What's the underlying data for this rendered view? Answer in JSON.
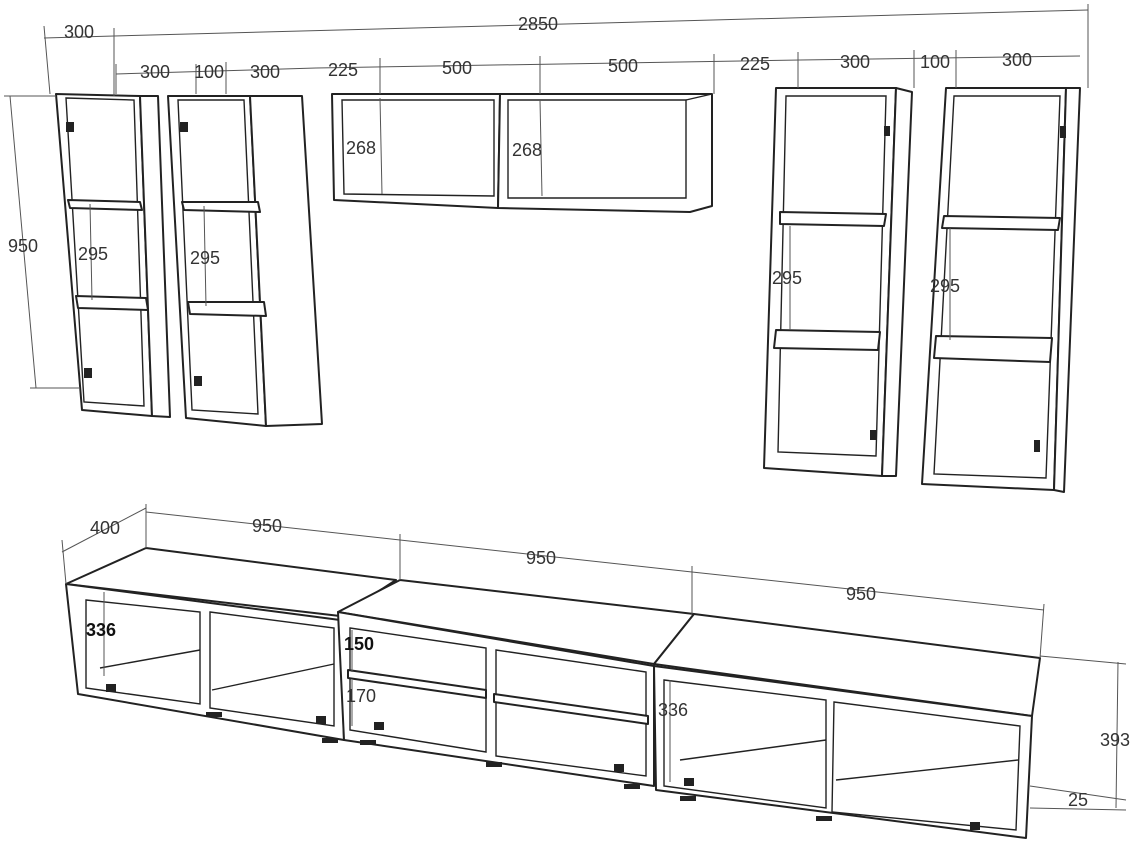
{
  "dimensions": {
    "total_width": "2850",
    "left_offset": "300",
    "upper_left": {
      "cab1_width": "300",
      "gap": "100",
      "cab2_width": "300",
      "height": "950",
      "shelf1": "295",
      "shelf2": "295"
    },
    "upper_middle": {
      "side_gap_left": "225",
      "box1_width": "500",
      "box2_width": "500",
      "side_gap_right": "225",
      "box1_height": "268",
      "box2_height": "268"
    },
    "upper_right": {
      "cab3_width": "300",
      "gap": "100",
      "cab4_width": "300",
      "shelf3": "295",
      "shelf4": "295"
    },
    "lower": {
      "depth": "400",
      "unit1_width": "950",
      "unit2_width": "950",
      "unit3_width": "950",
      "unit1_inner": "336",
      "unit2_top": "150",
      "unit2_bottom": "170",
      "unit3_inner": "336",
      "height": "393",
      "plinth": "25"
    }
  }
}
